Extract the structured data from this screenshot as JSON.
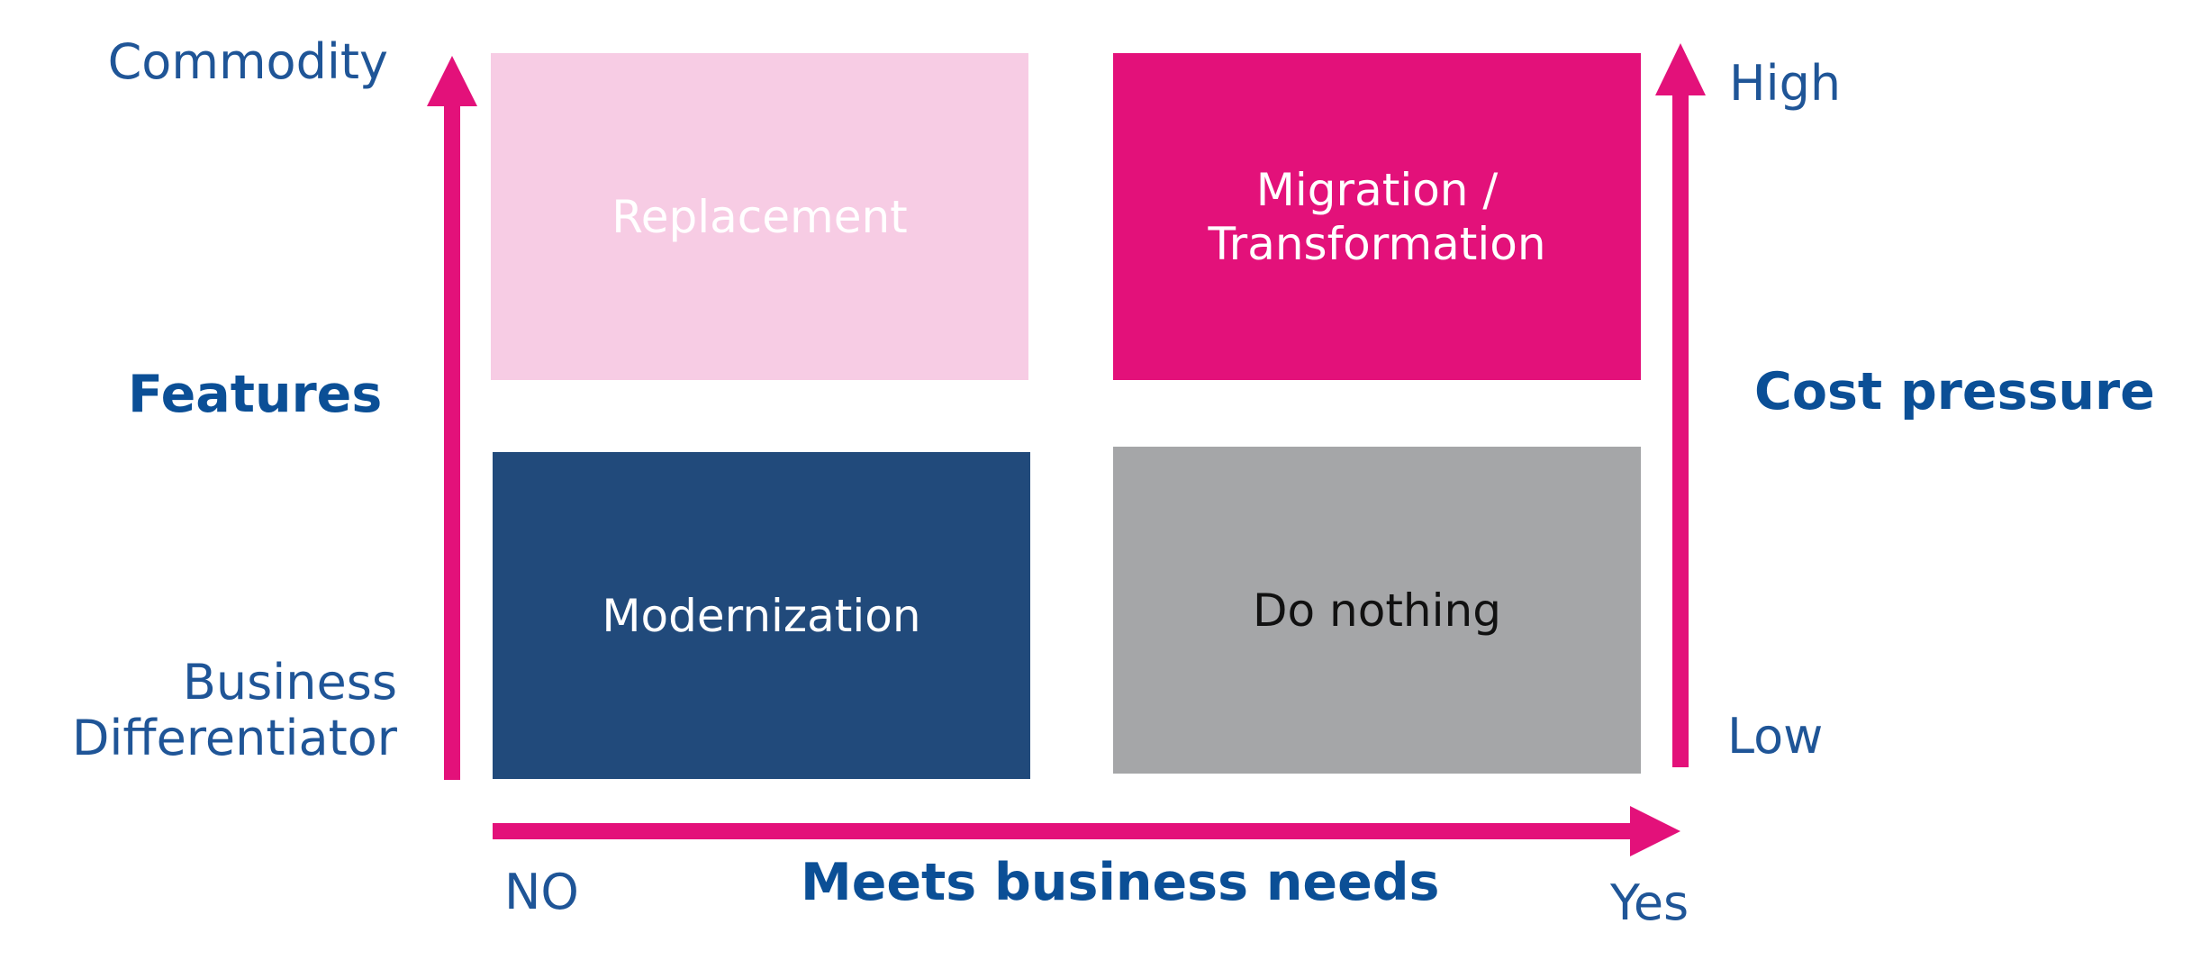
{
  "left_axis": {
    "title": "Features",
    "top_label": "Commodity",
    "bottom_label": "Business\nDifferentiator"
  },
  "right_axis": {
    "title": "Cost pressure",
    "top_label": "High",
    "bottom_label": "Low"
  },
  "bottom_axis": {
    "title": "Meets business needs",
    "left_label": "NO",
    "right_label": "Yes"
  },
  "quadrants": {
    "top_left": {
      "label": "Replacement",
      "fill": "#f7cce4",
      "text_color": "#ffffff"
    },
    "top_right": {
      "label": "Migration /\nTransformation",
      "fill": "#e3117a",
      "text_color": "#ffffff"
    },
    "bottom_left": {
      "label": "Modernization",
      "fill": "#214a7b",
      "text_color": "#ffffff"
    },
    "bottom_right": {
      "label": "Do nothing",
      "fill": "#a5a6a8",
      "text_color": "#111111"
    }
  },
  "colors": {
    "arrow": "#e3117a",
    "axis_text": "#1f5597",
    "axis_title": "#0b4f96"
  }
}
